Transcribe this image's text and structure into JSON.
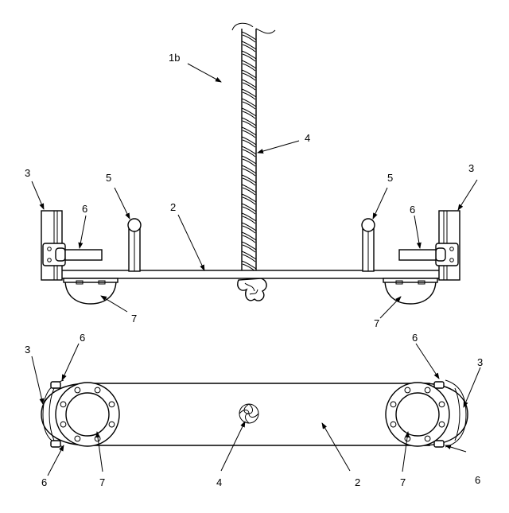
{
  "labels": {
    "main_ref": "1b",
    "rope": "4",
    "frame_left_top": "3",
    "frame_right_top": "3",
    "post_left": "5",
    "post_right": "5",
    "bar_top": "2",
    "bracket_left_top": "6",
    "bracket_right_top": "6",
    "wheel_left_top": "7",
    "wheel_right_top": "7",
    "frame_left_bottom": "3",
    "frame_right_bottom": "3",
    "bracket_left_bottom_top": "6",
    "bracket_right_bottom_top": "6",
    "bracket_left_bottom": "6",
    "bracket_right_bottom": "6",
    "wheel_left_bottom": "7",
    "wheel_right_bottom": "7",
    "knot_bottom": "4",
    "bar_bottom": "2"
  }
}
